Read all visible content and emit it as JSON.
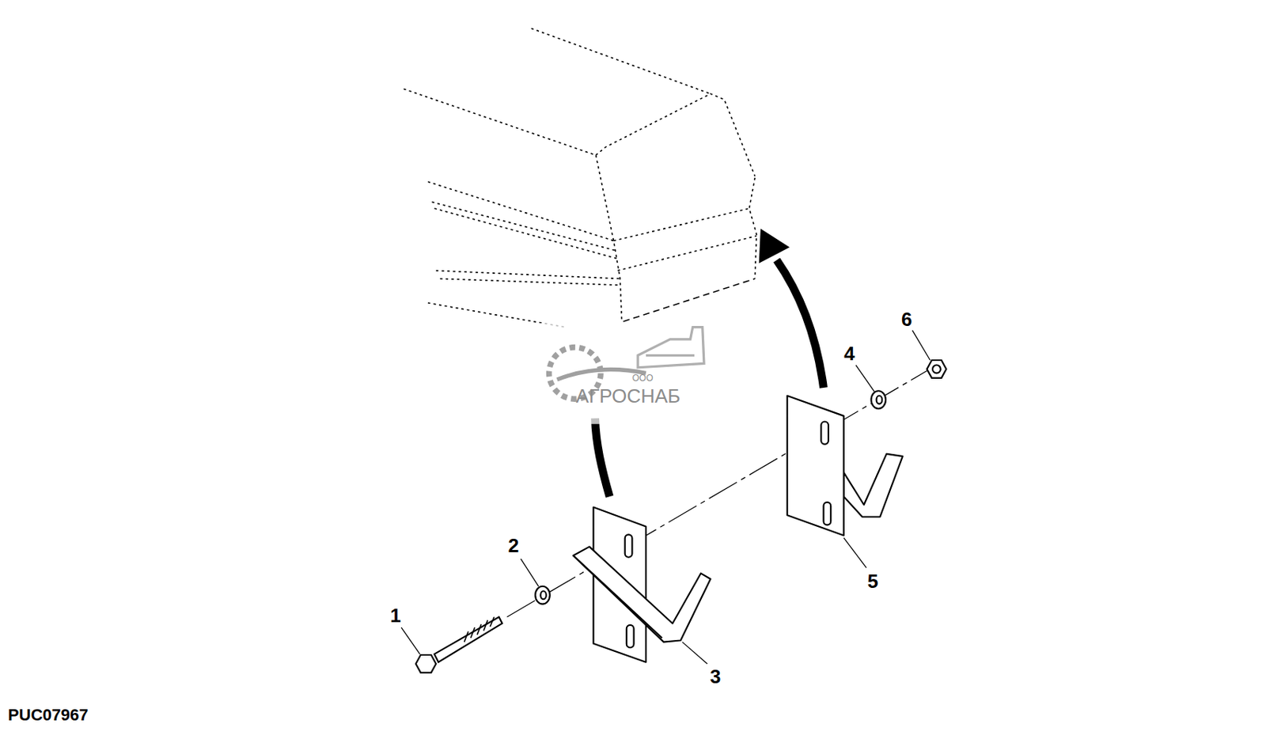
{
  "diagram": {
    "labels": [
      "6",
      "4",
      "ООО",
      "АГРОСНАБ",
      "2",
      "1",
      "5",
      "3",
      "PUC07967"
    ]
  }
}
